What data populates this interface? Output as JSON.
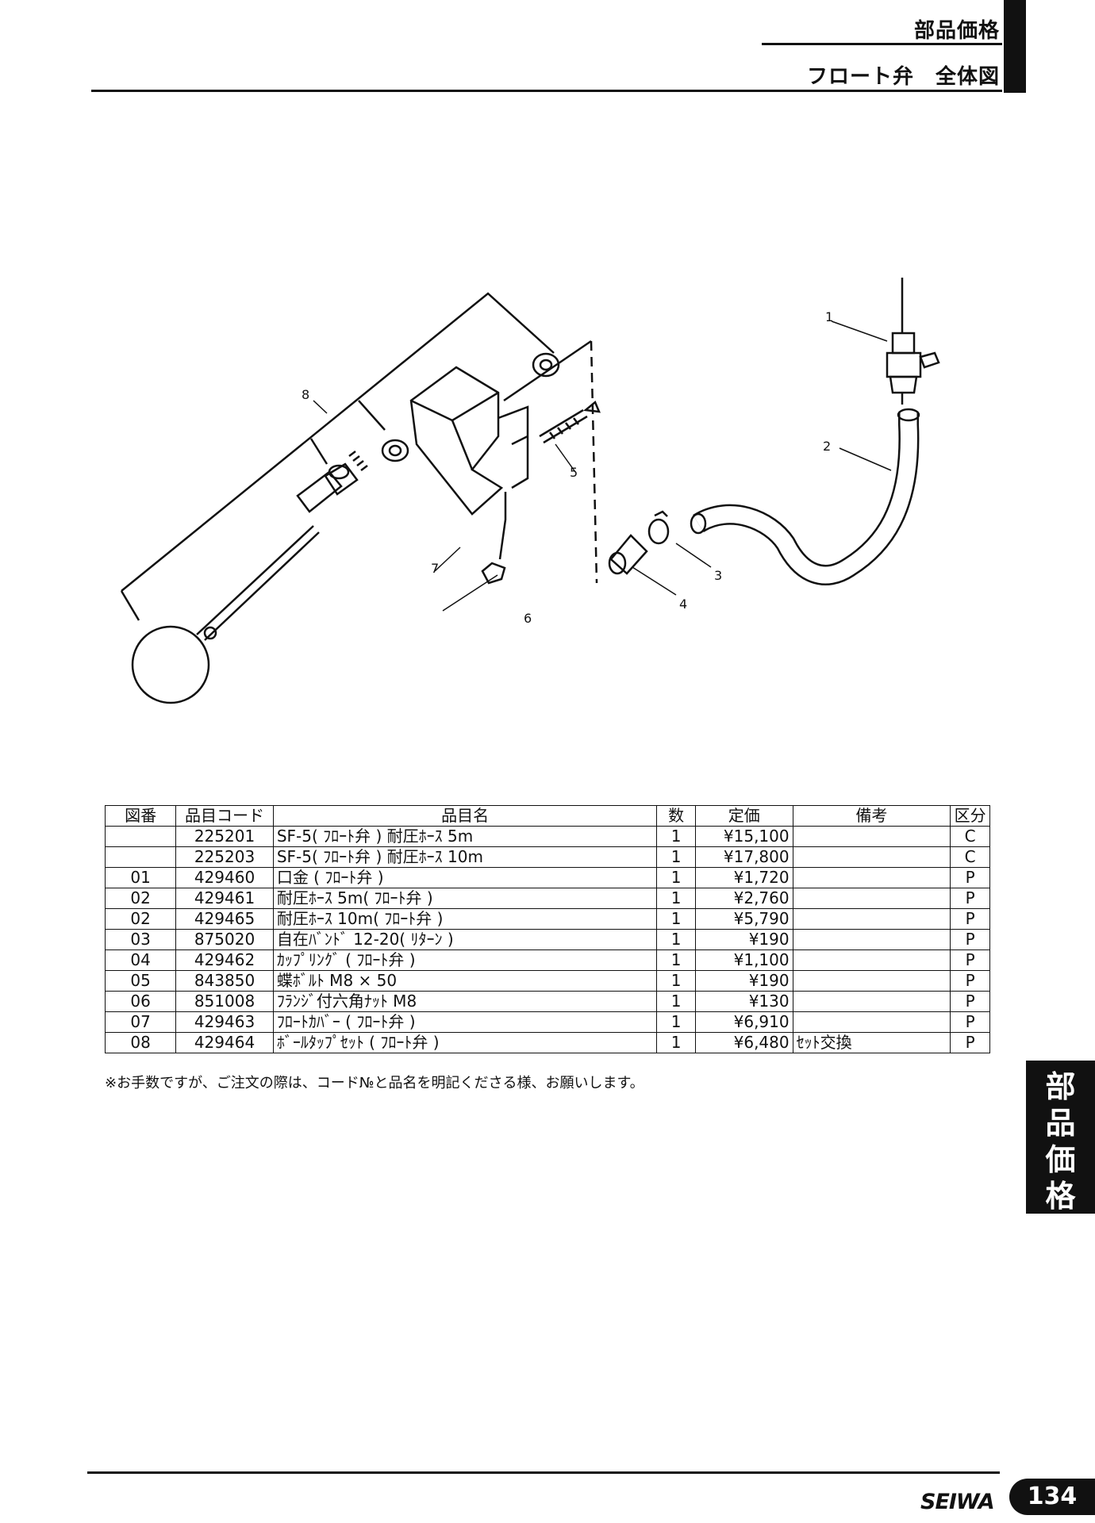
{
  "header": {
    "section": "部品価格",
    "subtitle": "フロート弁　全体図"
  },
  "diagram": {
    "callouts": [
      "1",
      "2",
      "3",
      "4",
      "5",
      "6",
      "7",
      "8"
    ]
  },
  "table": {
    "headers": [
      "図番",
      "品目コード",
      "品目名",
      "数",
      "定価",
      "備考",
      "区分"
    ],
    "rows": [
      {
        "no": "",
        "code": "225201",
        "name": "SF-5( ﾌﾛｰﾄ弁 ) 耐圧ﾎｰｽ 5m",
        "qty": "1",
        "price": "¥15,100",
        "note": "",
        "cat": "C"
      },
      {
        "no": "",
        "code": "225203",
        "name": "SF-5( ﾌﾛｰﾄ弁 ) 耐圧ﾎｰｽ 10m",
        "qty": "1",
        "price": "¥17,800",
        "note": "",
        "cat": "C"
      },
      {
        "no": "01",
        "code": "429460",
        "name": "口金 ( ﾌﾛｰﾄ弁 )",
        "qty": "1",
        "price": "¥1,720",
        "note": "",
        "cat": "P"
      },
      {
        "no": "02",
        "code": "429461",
        "name": "耐圧ﾎｰｽ 5m( ﾌﾛｰﾄ弁 )",
        "qty": "1",
        "price": "¥2,760",
        "note": "",
        "cat": "P"
      },
      {
        "no": "02",
        "code": "429465",
        "name": "耐圧ﾎｰｽ 10m( ﾌﾛｰﾄ弁 )",
        "qty": "1",
        "price": "¥5,790",
        "note": "",
        "cat": "P"
      },
      {
        "no": "03",
        "code": "875020",
        "name": "自在ﾊﾞﾝﾄﾞ 12-20( ﾘﾀｰﾝ )",
        "qty": "1",
        "price": "¥190",
        "note": "",
        "cat": "P"
      },
      {
        "no": "04",
        "code": "429462",
        "name": "ｶｯﾌﾟﾘﾝｸﾞ ( ﾌﾛｰﾄ弁 )",
        "qty": "1",
        "price": "¥1,100",
        "note": "",
        "cat": "P"
      },
      {
        "no": "05",
        "code": "843850",
        "name": "蝶ﾎﾞﾙﾄ M8 × 50",
        "qty": "1",
        "price": "¥190",
        "note": "",
        "cat": "P"
      },
      {
        "no": "06",
        "code": "851008",
        "name": "ﾌﾗﾝｼﾞ付六角ﾅｯﾄ M8",
        "qty": "1",
        "price": "¥130",
        "note": "",
        "cat": "P"
      },
      {
        "no": "07",
        "code": "429463",
        "name": "ﾌﾛｰﾄｶﾊﾞｰ ( ﾌﾛｰﾄ弁 )",
        "qty": "1",
        "price": "¥6,910",
        "note": "",
        "cat": "P"
      },
      {
        "no": "08",
        "code": "429464",
        "name": "ﾎﾞｰﾙﾀｯﾌﾟｾｯﾄ ( ﾌﾛｰﾄ弁 )",
        "qty": "1",
        "price": "¥6,480",
        "note": "ｾｯﾄ交換",
        "cat": "P"
      }
    ],
    "footnote": "※お手数ですが、ご注文の際は、コード№と品名を明記くださる様、お願いします。"
  },
  "side_tab": [
    "部",
    "品",
    "価",
    "格"
  ],
  "footer": {
    "brand": "SEIWA",
    "page": "134"
  }
}
